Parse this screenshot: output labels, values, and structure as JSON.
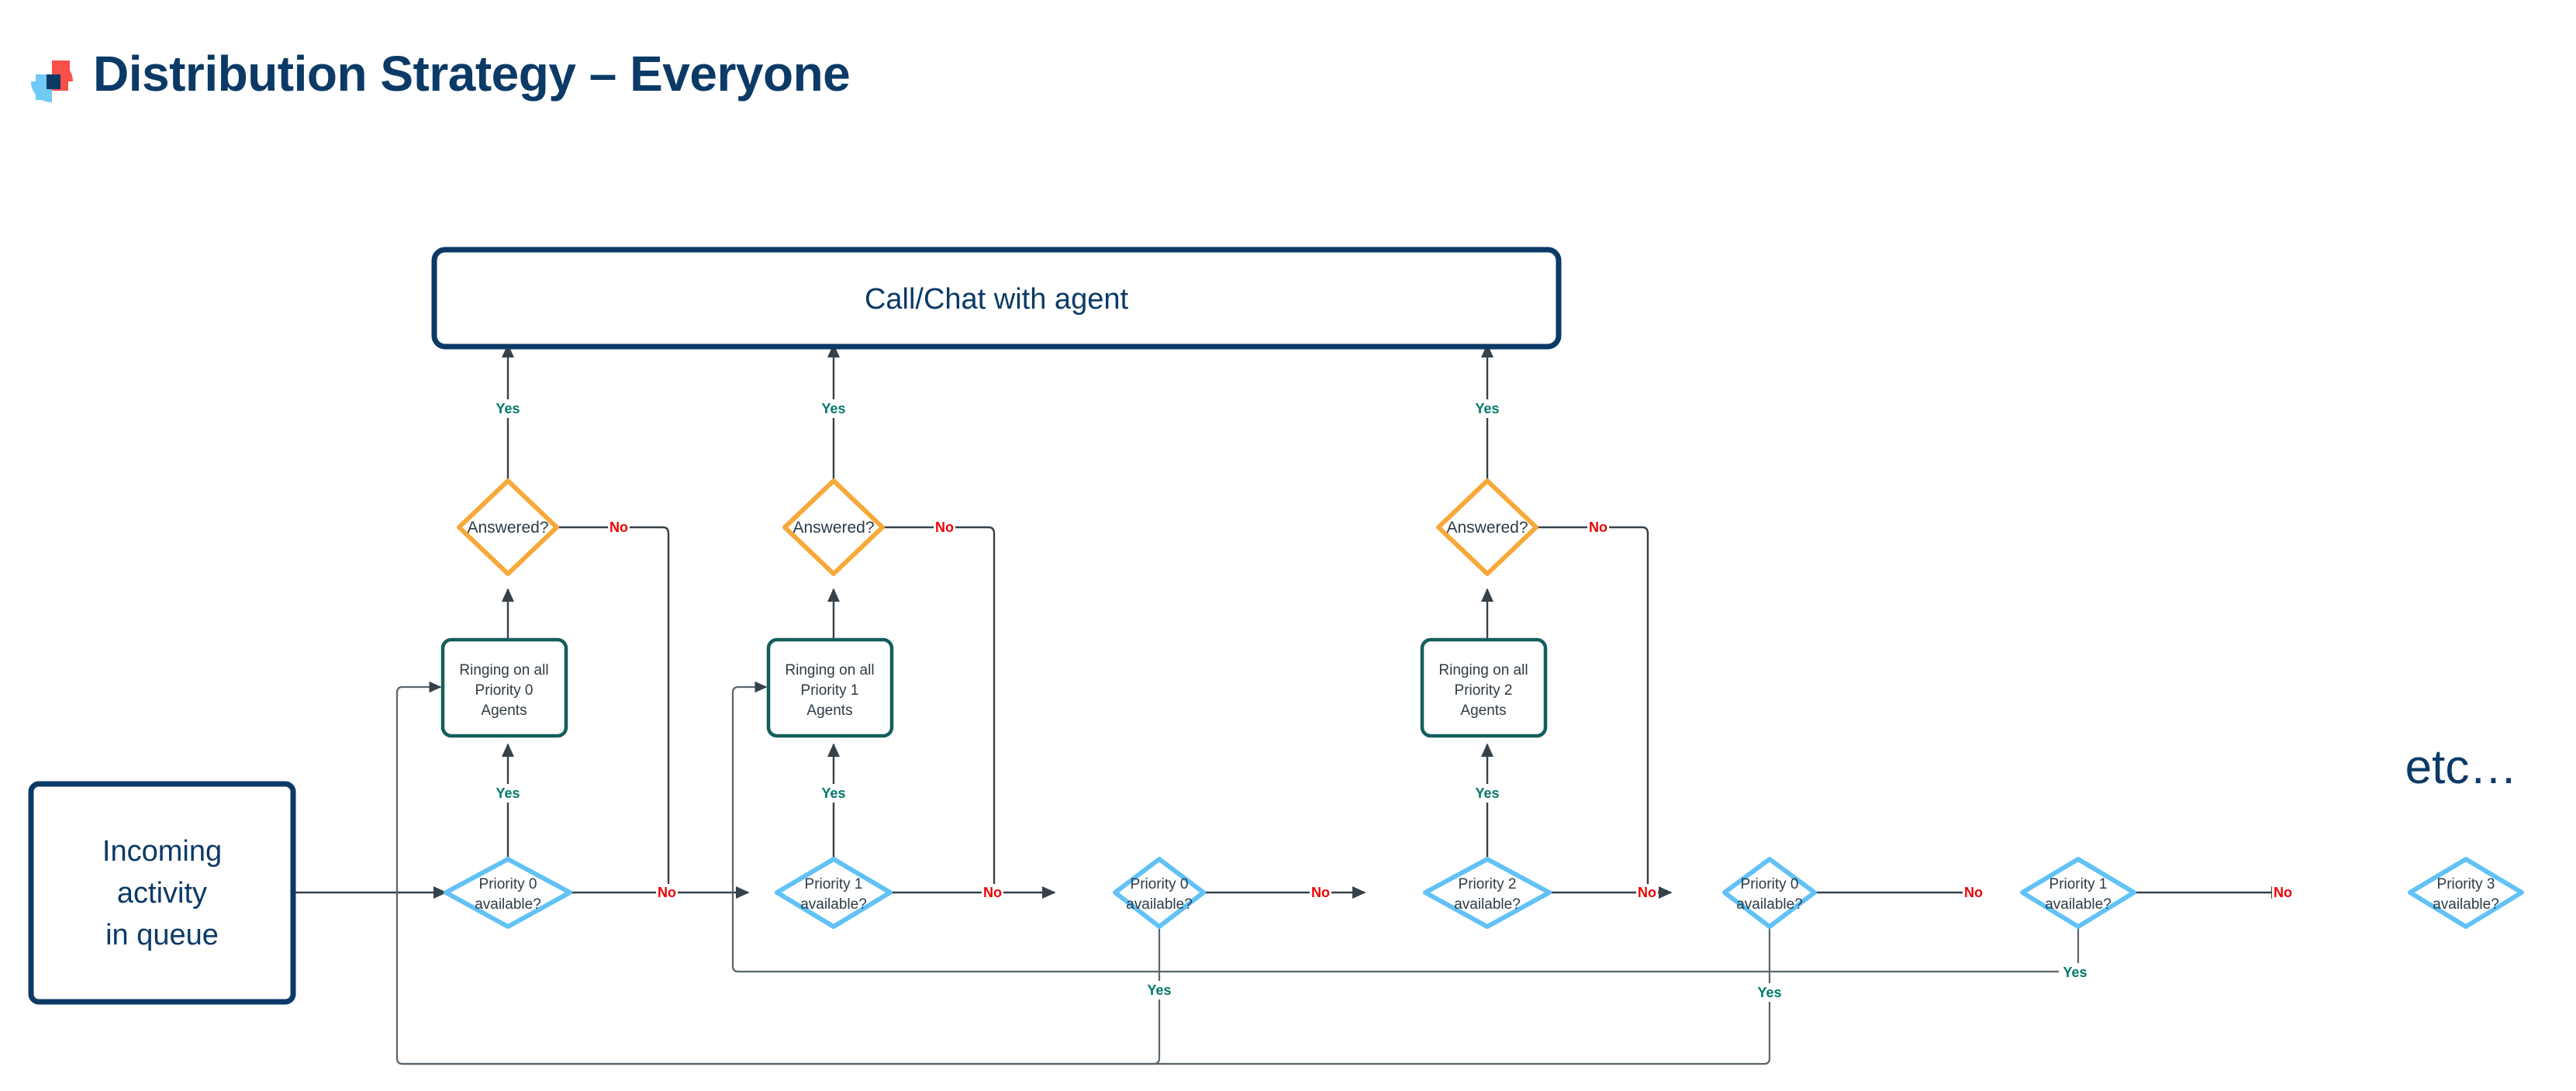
{
  "header": {
    "title": "Distribution Strategy – Everyone",
    "logo_name": "app-logo",
    "logo_colors": {
      "red": "#f9504a",
      "light_blue": "#6fcaf5",
      "navy": "#0b3a66"
    }
  },
  "colors": {
    "navy": "#0b3a66",
    "teal": "#135e5c",
    "amber": "#f6a93b",
    "light_blue": "#62c2f5",
    "yes_green": "#00796b",
    "no_red": "#ee0000",
    "edge_gray": "#36414a"
  },
  "chart_data": {
    "type": "diagram",
    "title": "Distribution Strategy – Everyone",
    "nodes": [
      {
        "id": "start",
        "shape": "rounded-rect",
        "label": "Incoming\nactivity\nin queue",
        "color": "navy"
      },
      {
        "id": "callchat",
        "shape": "rounded-rect",
        "label": "Call/Chat with agent",
        "color": "navy"
      },
      {
        "id": "ring0",
        "shape": "rounded-rect",
        "label": "Ringing on all\nPriority 0\nAgents",
        "color": "teal"
      },
      {
        "id": "ring1",
        "shape": "rounded-rect",
        "label": "Ringing on all\nPriority 1\nAgents",
        "color": "teal"
      },
      {
        "id": "ring2",
        "shape": "rounded-rect",
        "label": "Ringing on all\nPriority 2\nAgents",
        "color": "teal"
      },
      {
        "id": "ans0",
        "shape": "diamond",
        "label": "Answered?",
        "color": "amber"
      },
      {
        "id": "ans1",
        "shape": "diamond",
        "label": "Answered?",
        "color": "amber"
      },
      {
        "id": "ans2",
        "shape": "diamond",
        "label": "Answered?",
        "color": "amber"
      },
      {
        "id": "p0a",
        "shape": "diamond",
        "label": "Priority 0\navailable?",
        "color": "light_blue"
      },
      {
        "id": "p1a",
        "shape": "diamond",
        "label": "Priority 1\navailable?",
        "color": "light_blue"
      },
      {
        "id": "p0b",
        "shape": "diamond",
        "label": "Priority 0\navailable?",
        "color": "light_blue"
      },
      {
        "id": "p2a",
        "shape": "diamond",
        "label": "Priority 2\navailable?",
        "color": "light_blue"
      },
      {
        "id": "p0c",
        "shape": "diamond",
        "label": "Priority 0\navailable?",
        "color": "light_blue"
      },
      {
        "id": "p1b",
        "shape": "diamond",
        "label": "Priority 1\navailable?",
        "color": "light_blue"
      },
      {
        "id": "p3a",
        "shape": "diamond",
        "label": "Priority 3\navailable?",
        "color": "light_blue"
      }
    ],
    "edges": [
      {
        "from": "start",
        "to": "p0a",
        "label": ""
      },
      {
        "from": "p0a",
        "to": "ring0",
        "label": "Yes"
      },
      {
        "from": "p0a",
        "to": "p1a",
        "label": "No"
      },
      {
        "from": "ring0",
        "to": "ans0",
        "label": ""
      },
      {
        "from": "ans0",
        "to": "callchat",
        "label": "Yes"
      },
      {
        "from": "ans0",
        "to": "p1a",
        "label": "No"
      },
      {
        "from": "p1a",
        "to": "ring1",
        "label": "Yes"
      },
      {
        "from": "p1a",
        "to": "p0b",
        "label": "No"
      },
      {
        "from": "ring1",
        "to": "ans1",
        "label": ""
      },
      {
        "from": "ans1",
        "to": "callchat",
        "label": "Yes"
      },
      {
        "from": "ans1",
        "to": "p0b",
        "label": "No"
      },
      {
        "from": "p0b",
        "to": "ring0",
        "label": "Yes"
      },
      {
        "from": "p0b",
        "to": "p2a",
        "label": "No"
      },
      {
        "from": "p2a",
        "to": "ring2",
        "label": "Yes"
      },
      {
        "from": "p2a",
        "to": "p0c",
        "label": "No"
      },
      {
        "from": "ring2",
        "to": "ans2",
        "label": ""
      },
      {
        "from": "ans2",
        "to": "callchat",
        "label": "Yes"
      },
      {
        "from": "ans2",
        "to": "p0c",
        "label": "No"
      },
      {
        "from": "p0c",
        "to": "ring0",
        "label": "Yes"
      },
      {
        "from": "p0c",
        "to": "p1b",
        "label": "No"
      },
      {
        "from": "p1b",
        "to": "ring1",
        "label": "Yes"
      },
      {
        "from": "p1b",
        "to": "p3a",
        "label": "No"
      }
    ],
    "annotations": [
      {
        "id": "etc",
        "text": "etc…"
      }
    ]
  },
  "labels": {
    "yes": "Yes",
    "no": "No",
    "etc": "etc…",
    "call_chat": "Call/Chat with agent",
    "incoming": {
      "l1": "Incoming",
      "l2": "activity",
      "l3": "in queue"
    },
    "ring": {
      "l1": "Ringing on all",
      "l3": "Agents",
      "p0": "Priority 0",
      "p1": "Priority 1",
      "p2": "Priority 2"
    },
    "answered": "Answered?",
    "avail": {
      "l2": "available?",
      "p0": "Priority 0",
      "p1": "Priority 1",
      "p2": "Priority 2",
      "p3": "Priority 3"
    }
  }
}
